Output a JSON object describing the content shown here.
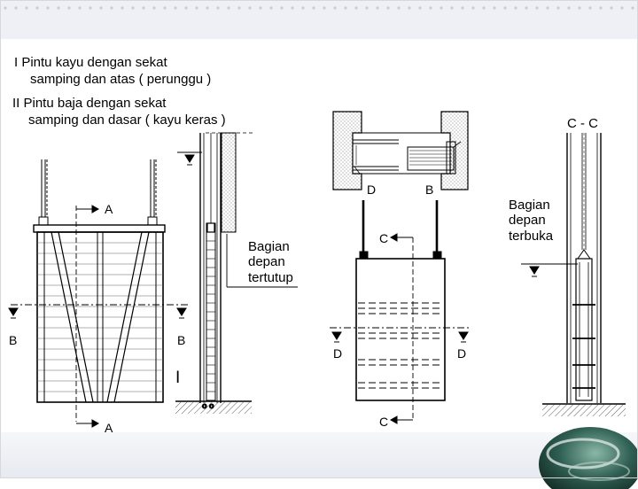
{
  "slide": {
    "heading_1": "I  Pintu kayu dengan sekat",
    "heading_1_sub": "samping dan atas ( perunggu )",
    "heading_2": "II  Pintu baja dengan sekat",
    "heading_2_sub": "samping dan dasar ( kayu keras )"
  },
  "figure_1": {
    "label_a_top": "A",
    "label_a_bottom": "A",
    "label_b_left": "B",
    "label_b_right": "B",
    "roman_numeral": "I",
    "annotation_line1": "Bagian",
    "annotation_line2": "depan",
    "annotation_line3": "tertutup"
  },
  "figure_2": {
    "label_d_plan": "D",
    "label_b_plan": "B",
    "label_c_top": "C",
    "label_c_bottom": "C",
    "label_d_left": "D",
    "label_d_right": "D"
  },
  "figure_3": {
    "section_title": "C - C",
    "annotation_line1": "Bagian",
    "annotation_line2": "depan",
    "annotation_line3": "terbuka"
  },
  "icons": {
    "water_level": "water-level-icon",
    "section_arrow": "section-arrow-icon",
    "globe": "globe-icon"
  }
}
